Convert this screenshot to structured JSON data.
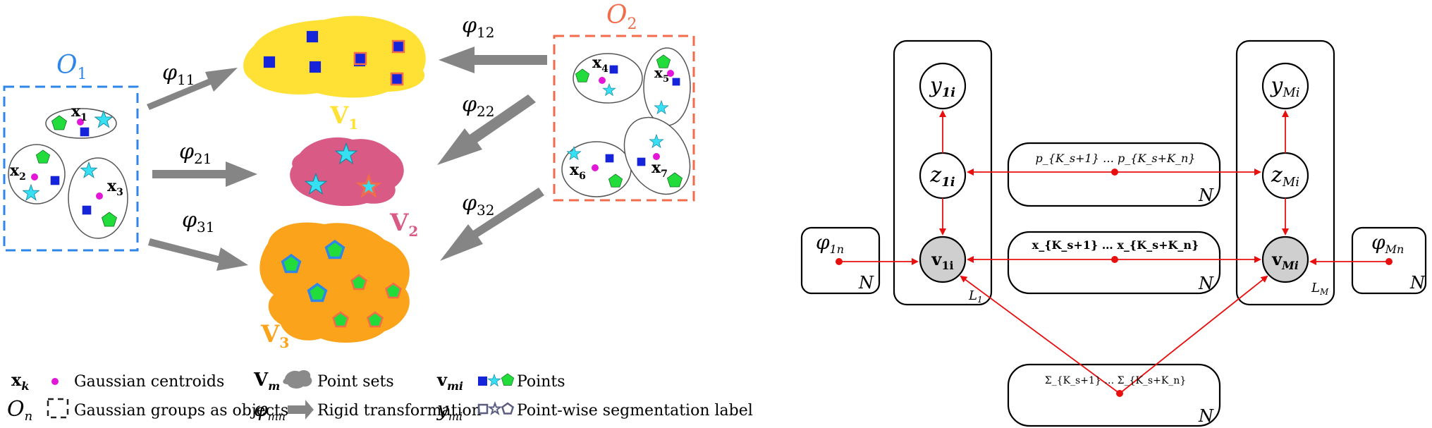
{
  "left": {
    "o1": {
      "label": "O",
      "sub": "1"
    },
    "o2": {
      "label": "O",
      "sub": "2"
    },
    "v1": {
      "label": "V",
      "sub": "1"
    },
    "v2": {
      "label": "V",
      "sub": "2"
    },
    "v3": {
      "label": "V",
      "sub": "3"
    },
    "phi11": {
      "label": "φ",
      "sub": "11"
    },
    "phi21": {
      "label": "φ",
      "sub": "21"
    },
    "phi31": {
      "label": "φ",
      "sub": "31"
    },
    "phi12": {
      "label": "φ",
      "sub": "12"
    },
    "phi22": {
      "label": "φ",
      "sub": "22"
    },
    "phi32": {
      "label": "φ",
      "sub": "32"
    },
    "x1": {
      "label": "x",
      "sub": "1"
    },
    "x2": {
      "label": "x",
      "sub": "2"
    },
    "x3": {
      "label": "x",
      "sub": "3"
    },
    "x4": {
      "label": "x",
      "sub": "4"
    },
    "x5": {
      "label": "x",
      "sub": "5"
    },
    "x6": {
      "label": "x",
      "sub": "6"
    },
    "x7": {
      "label": "x",
      "sub": "7"
    }
  },
  "legend": {
    "xk": {
      "label": "x",
      "sub": "k"
    },
    "gaussian_centroids": "Gaussian centroids",
    "vm": {
      "label": "V",
      "sub": "m"
    },
    "point_sets": "Point sets",
    "vmi": {
      "label": "v",
      "sub": "mi"
    },
    "points": "Points",
    "on": {
      "label": "O",
      "sub": "n"
    },
    "gaussian_groups": "Gaussian groups as objects",
    "phimn": {
      "label": "φ",
      "sub": "mn"
    },
    "rigid_transformation": "Rigid transformation",
    "ymi": {
      "label": "y",
      "sub": "mi"
    },
    "segmentation_label": "Point-wise segmentation label"
  },
  "right": {
    "y1i": {
      "label": "y",
      "sub": "1i"
    },
    "z1i": {
      "label": "z",
      "sub": "1i"
    },
    "v1i": {
      "label": "v",
      "sub": "1i"
    },
    "yMi": {
      "label": "y",
      "sub": "Mi"
    },
    "zMi": {
      "label": "z",
      "sub": "Mi"
    },
    "vMi": {
      "label": "v",
      "sub": "Mi"
    },
    "phi1n": {
      "label": "φ",
      "sub": "1n"
    },
    "phiMn": {
      "label": "φ",
      "sub": "Mn"
    },
    "plate_N": "N",
    "plate_L1": {
      "label": "L",
      "sub": "1"
    },
    "plate_LM": {
      "label": "L",
      "sub": "M"
    },
    "p_range": "p_{K_s+1} … p_{K_s+K_n}",
    "x_range": "x_{K_s+1} … x_{K_s+K_n}",
    "sigma_range": "Σ_{K_s+1} … Σ_{K_s+K_n}"
  },
  "colors": {
    "o1_border": "#2f86e8",
    "o2_border": "#f26b4b",
    "v1_fill": "#ffe135",
    "v2_fill": "#d85a85",
    "v3_fill": "#fba31b",
    "arrow_gray": "#858585",
    "edge_red": "#e8100f",
    "square_blue": "#1524d8",
    "pentagon_green": "#22dc3b",
    "star_cyan": "#36dff1",
    "centroid_magenta": "#e316d8",
    "obs_gray": "#cfcfcf"
  }
}
